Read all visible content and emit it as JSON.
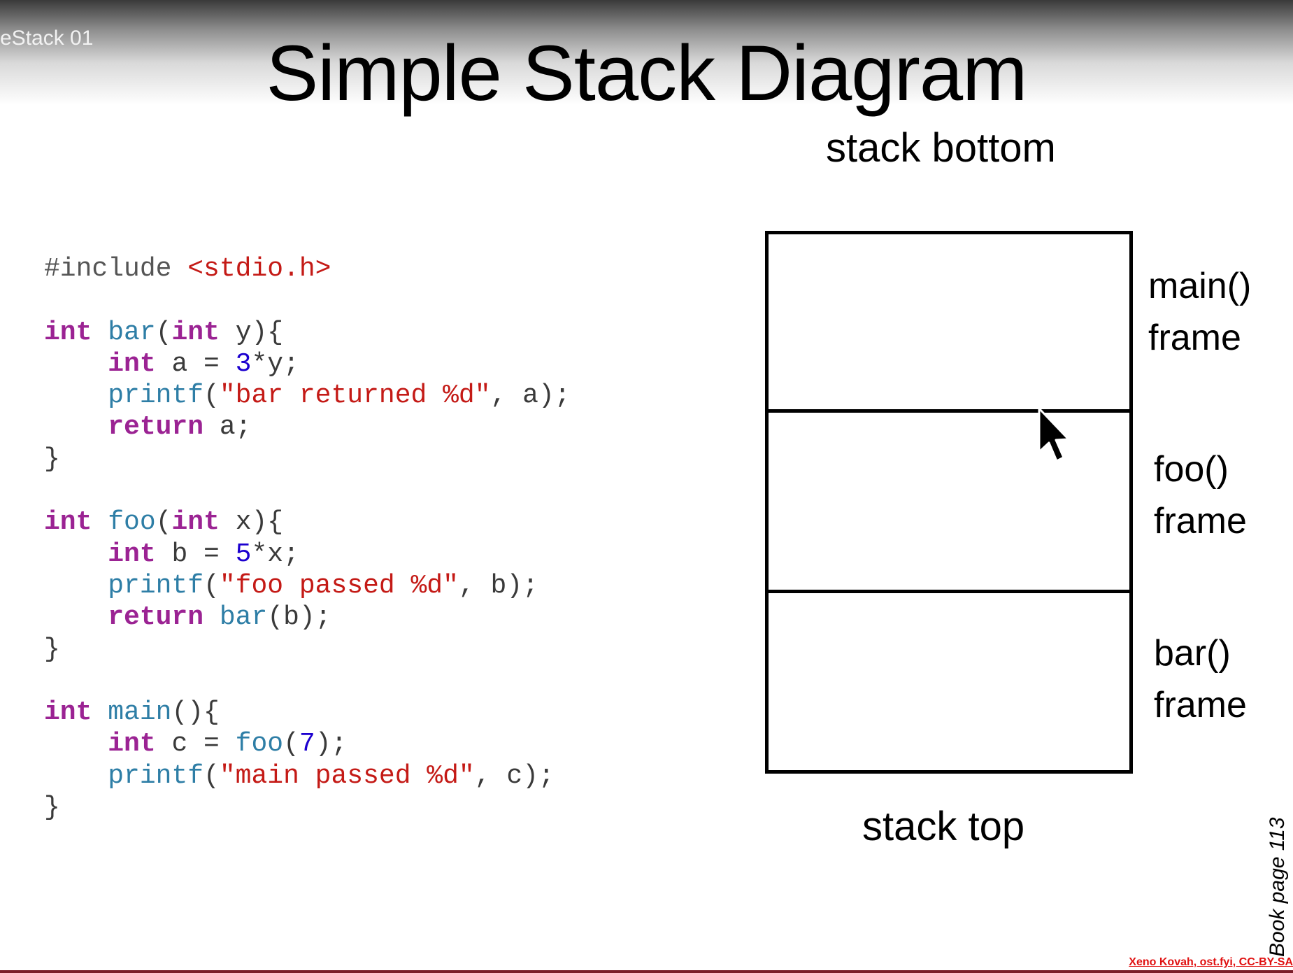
{
  "video_title": "eStack 01",
  "slide_title": "Simple Stack Diagram",
  "stack_bottom_label": "stack bottom",
  "stack_top_label": "stack top",
  "frames": [
    {
      "name": "main()",
      "suffix": "frame"
    },
    {
      "name": "foo()",
      "suffix": "frame"
    },
    {
      "name": "bar()",
      "suffix": "frame"
    }
  ],
  "code": {
    "include": "#include",
    "header": "<stdio.h>",
    "kw_int": "int",
    "kw_return": "return",
    "bar_name": "bar",
    "bar_params": "y){",
    "bar_body_1_a": "a = ",
    "bar_body_1_num": "3",
    "bar_body_1_b": "*y;",
    "printf": "printf",
    "bar_printf_str": "\"bar returned %d\"",
    "bar_printf_rest": ", a);",
    "bar_return_rest": "a;",
    "close_brace": "}",
    "foo_name": "foo",
    "foo_params": "x){",
    "foo_body_1_a": "b = ",
    "foo_body_1_num": "5",
    "foo_body_1_b": "*x;",
    "foo_printf_str": "\"foo passed %d\"",
    "foo_printf_rest": ", b);",
    "foo_return_call": "bar",
    "foo_return_rest": "(b);",
    "main_name": "main",
    "main_params": "(){",
    "main_body_1_a": "c = ",
    "main_call": "foo",
    "main_call_num": "7",
    "main_printf_str": "\"main passed %d\"",
    "main_printf_rest": ", c);"
  },
  "book_page": "Book page 113",
  "credit": "Xeno Kovah, ost.fyi, CC-BY-SA"
}
